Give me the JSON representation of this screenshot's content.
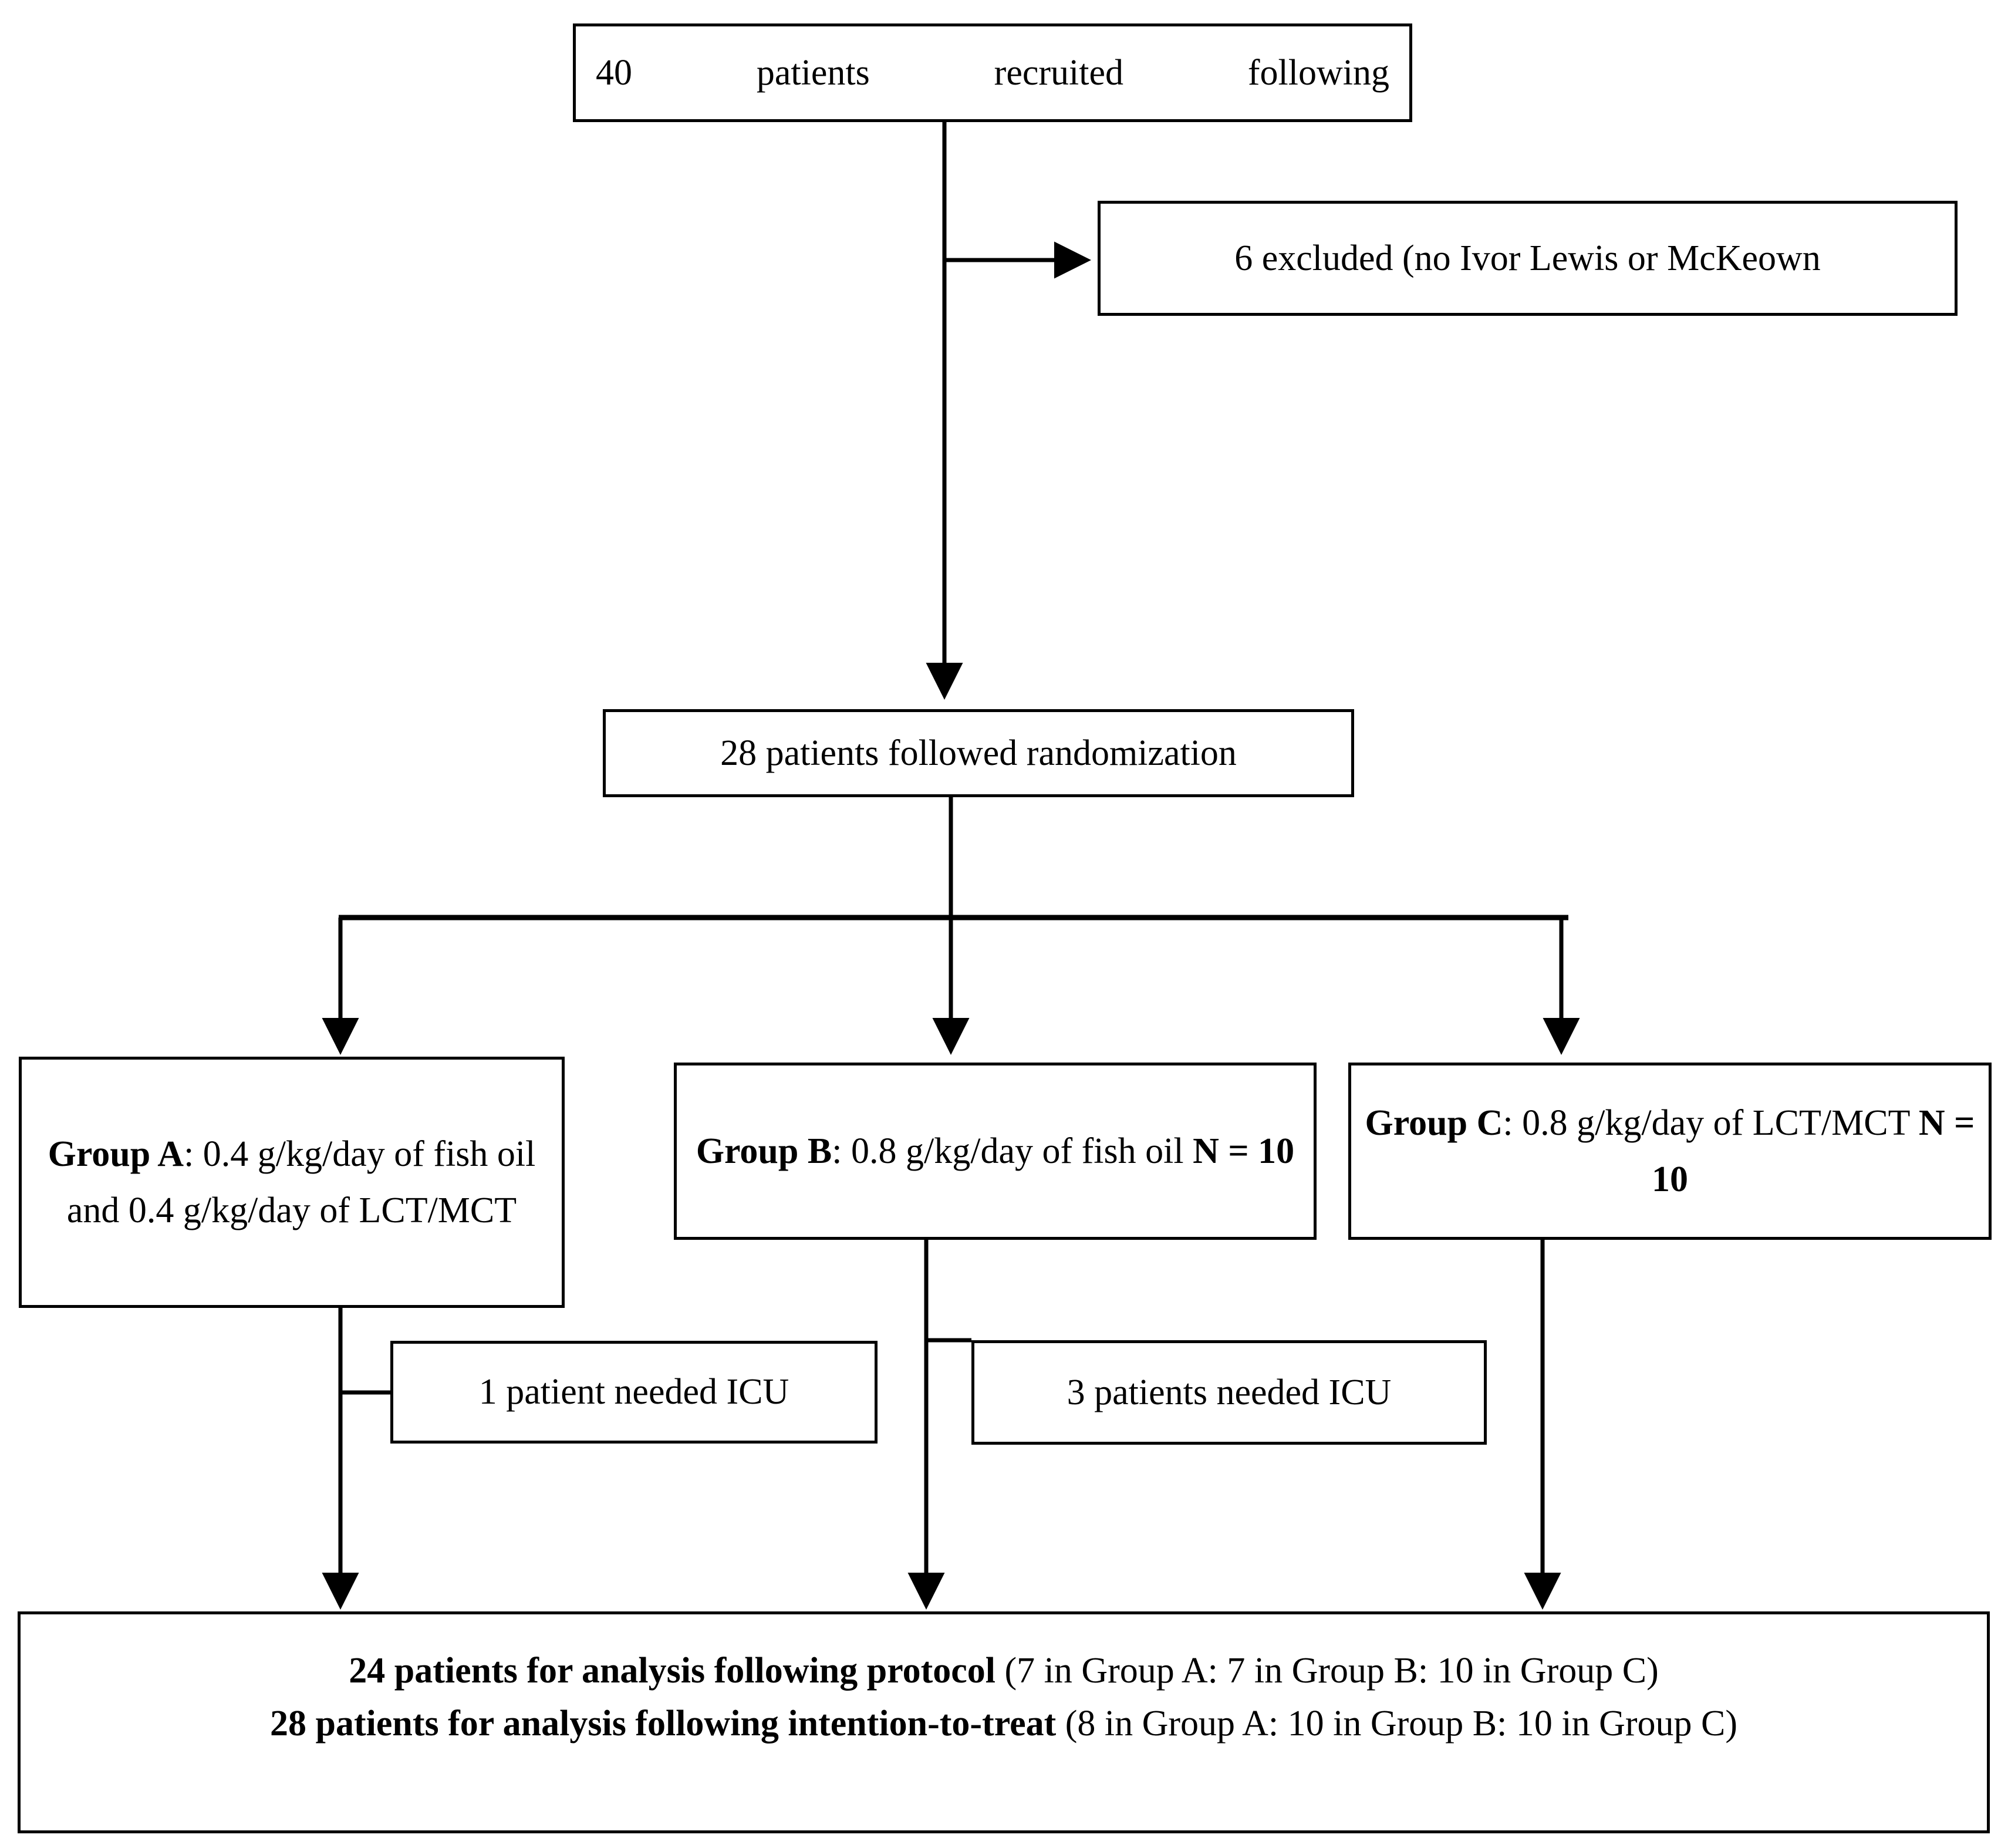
{
  "diagram": {
    "title": "CONSORT patient flow diagram",
    "colors": {
      "stroke": "#000000",
      "background": "#ffffff",
      "text": "#000000"
    },
    "nodes": {
      "recruited": {
        "label": "40 patients recruited following",
        "count": 40
      },
      "excluded": {
        "label": "6 excluded (no Ivor Lewis or McKeown",
        "count": 6
      },
      "randomized": {
        "label": "28 patients followed randomization",
        "count": 28
      },
      "group_a": {
        "name": "Group A",
        "label_bold": "Group A",
        "label_rest": ": 0.4 g/kg/day of fish oil and 0.4 g/kg/day of LCT/MCT",
        "dose_fish_oil": "0.4 g/kg/day",
        "dose_lct_mct": "0.4 g/kg/day"
      },
      "group_b": {
        "name": "Group B",
        "label_bold": "Group B",
        "label_rest": ": 0.8 g/kg/day of fish oil ",
        "n_label": "N = 10",
        "dose_fish_oil": "0.8 g/kg/day",
        "n": 10
      },
      "group_c": {
        "name": "Group C",
        "label_bold": "Group C",
        "label_rest": ": 0.8 g/kg/day of LCT/MCT ",
        "n_label": "N = 10",
        "dose_lct_mct": "0.8 g/kg/day",
        "n": 10
      },
      "icu_a": {
        "label": "1 patient needed ICU",
        "count": 1
      },
      "icu_b": {
        "label": "3 patients needed ICU",
        "count": 3
      },
      "summary": {
        "line1_bold": "24 patients for analysis following protocol",
        "line1_rest": " (7 in Group A: 7 in Group B: 10 in Group C)",
        "line2_bold": "28 patients for analysis following intention-to-treat",
        "line2_rest": " (8 in Group A: 10 in Group B: 10 in Group C)",
        "per_protocol_total": 24,
        "per_protocol_breakdown": {
          "Group A": 7,
          "Group B": 7,
          "Group C": 10
        },
        "itt_total": 28,
        "itt_breakdown": {
          "Group A": 8,
          "Group B": 10,
          "Group C": 10
        }
      }
    }
  }
}
